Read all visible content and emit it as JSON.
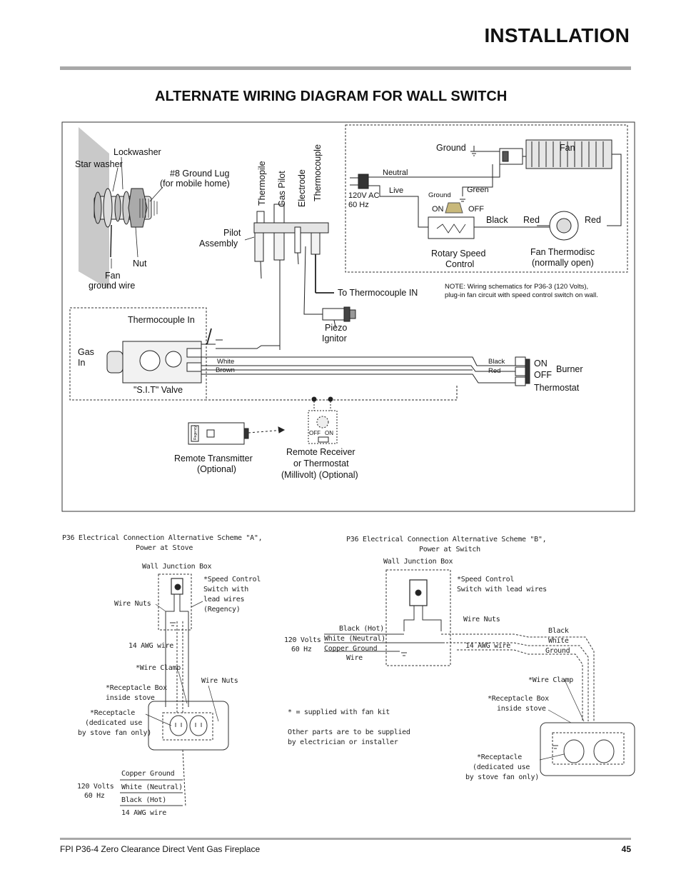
{
  "header": {
    "title": "INSTALLATION"
  },
  "section": {
    "title": "ALTERNATE WIRING DIAGRAM FOR WALL SWITCH"
  },
  "main_diagram": {
    "ground_lug": {
      "star_washer": "Star washer",
      "lockwasher": "Lockwasher",
      "lug_line1": "#8 Ground Lug",
      "lug_line2": "(for mobile home)",
      "nut": "Nut",
      "fan_ground_line1": "Fan",
      "fan_ground_line2": "ground wire"
    },
    "pilot": {
      "thermopile": "Thermopile",
      "gas_pilot": "Gas Pilot",
      "electrode": "Electrode",
      "thermocouple": "Thermocouple",
      "assembly_line1": "Pilot",
      "assembly_line2": "Assembly",
      "to_thermocouple": "To Thermocouple IN",
      "piezo_line1": "Piezo",
      "piezo_line2": "Ignitor"
    },
    "fan_circuit": {
      "ground": "Ground",
      "fan": "Fan",
      "neutral": "Neutral",
      "live": "Live",
      "ac_line1": "120V AC",
      "ac_line2": "60 Hz",
      "ground_small": "Ground",
      "green": "Green",
      "on": "ON",
      "off": "OFF",
      "black": "Black",
      "red1": "Red",
      "red2": "Red",
      "rotary_line1": "Rotary Speed",
      "rotary_line2": "Control",
      "thermodisc_line1": "Fan Thermodisc",
      "thermodisc_line2": "(normally open)",
      "note_line1": "NOTE: Wiring schematics for P36-3 (120 Volts),",
      "note_line2": "plug-in fan circuit with speed control switch on wall."
    },
    "valve": {
      "thermocouple_in": "Thermocouple In",
      "gas_line1": "Gas",
      "gas_line2": "In",
      "white": "White",
      "brown": "Brown",
      "name": "\"S.I.T\" Valve",
      "black": "Black",
      "red": "Red",
      "sw_on": "ON",
      "sw_off": "OFF",
      "burner": "Burner",
      "thermostat": "Thermostat"
    },
    "remote": {
      "tx_line1": "Remote Transmitter",
      "tx_line2": "(Optional)",
      "tx_brand": "Regency",
      "rx_line1": "Remote Receiver",
      "rx_line2": "or Thermostat",
      "rx_line3": "(Millivolt) (Optional)",
      "rx_off": "OFF",
      "rx_on": "ON"
    }
  },
  "scheme_a": {
    "title_line1": "P36 Electrical Connection Alternative Scheme \"A\",",
    "title_line2": "Power at Stove",
    "wall_junction": "Wall Junction Box",
    "speed_line1": "*Speed Control",
    "speed_line2": "Switch with",
    "speed_line3": "lead wires",
    "speed_line4": "(Regency)",
    "wire_nuts_left": "Wire Nuts",
    "awg_top": "14 AWG wire",
    "wire_clamp": "*Wire Clamp",
    "wire_nuts_right": "Wire Nuts",
    "receptacle_box_line1": "*Receptacle Box",
    "receptacle_box_line2": "inside stove",
    "receptacle_line1": "*Receptacle",
    "receptacle_line2": "(dedicated use",
    "receptacle_line3": "by stove fan only)",
    "copper_ground": "Copper Ground",
    "volts": "120 Volts",
    "hz": "60 Hz",
    "white_neutral": "White (Neutral)",
    "black_hot": "Black (Hot)",
    "awg_bottom": "14 AWG wire"
  },
  "scheme_b": {
    "title_line1": "P36 Electrical Connection Alternative Scheme \"B\",",
    "title_line2": "Power at Switch",
    "wall_junction": "Wall Junction Box",
    "speed_line1": "*Speed Control",
    "speed_line2": "Switch with lead wires",
    "wire_nuts": "Wire Nuts",
    "black_hot": "Black (Hot)",
    "volts": "120 Volts",
    "hz": "60 Hz",
    "white_neutral": "White (Neutral)",
    "copper_ground_line1": "Copper Ground",
    "copper_ground_line2": "Wire",
    "awg": "14 AWG wire",
    "right_black": "Black",
    "right_white": "White",
    "right_ground": "Ground",
    "wire_clamp": "*Wire Clamp",
    "receptacle_box_line1": "*Receptacle Box",
    "receptacle_box_line2": "inside stove",
    "receptacle_line1": "*Receptacle",
    "receptacle_line2": "(dedicated use",
    "receptacle_line3": "by stove fan only)",
    "supplied_note": "* = supplied with fan kit",
    "other_line1": "Other parts are to be supplied",
    "other_line2": "by electrician or installer"
  },
  "footer": {
    "left": "FPI P36-4 Zero Clearance Direct Vent Gas Fireplace",
    "page": "45"
  }
}
